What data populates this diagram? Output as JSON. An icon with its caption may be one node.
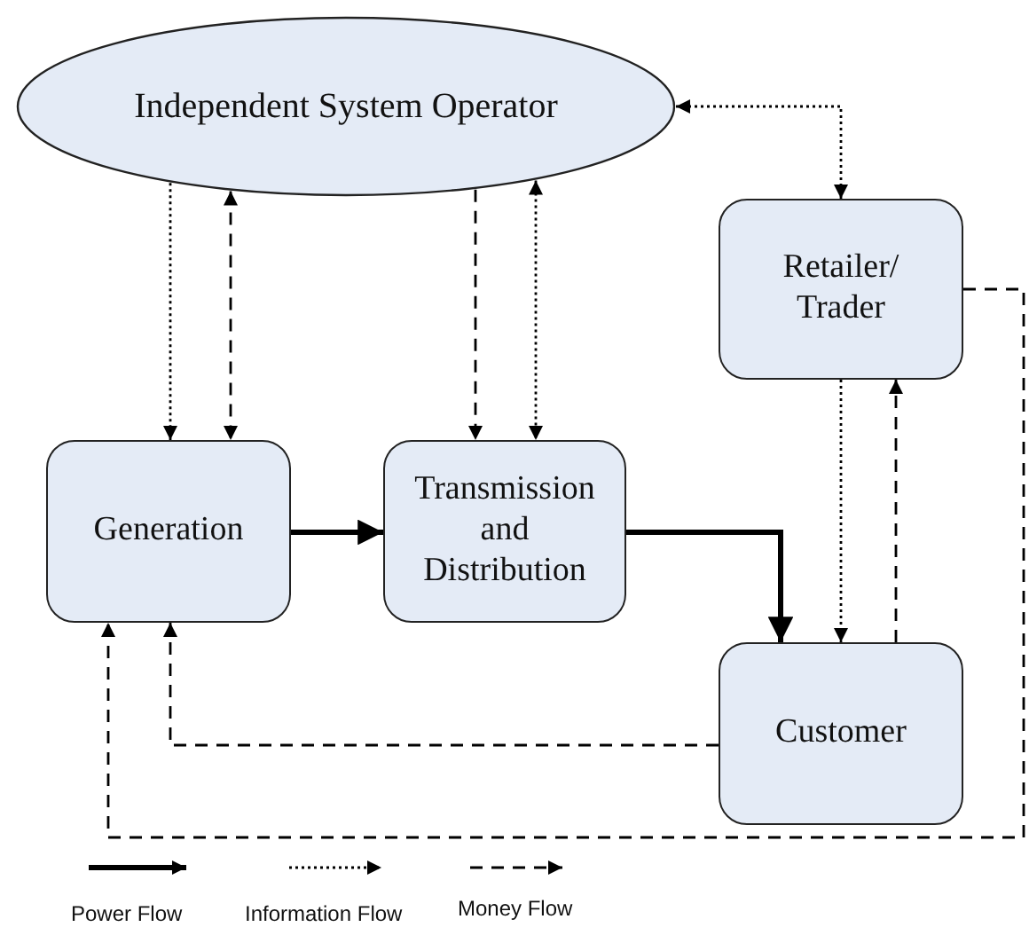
{
  "diagram": {
    "nodes": [
      {
        "text": [
          "Independent System Operator"
        ]
      },
      {
        "text": [
          "Retailer/ Trader"
        ]
      },
      {
        "text": [
          "Generation"
        ]
      },
      {
        "text": [
          "Transmission and Distribution"
        ]
      },
      {
        "text": [
          "Customer"
        ]
      }
    ],
    "edges": [
      {
        "from": 0,
        "to": 2,
        "arrow": "to",
        "style": "dashed"
      },
      {
        "from": 0,
        "to": 2,
        "arrow": "both",
        "style": "dashed"
      },
      {
        "from": 0,
        "to": 3,
        "arrow": "to",
        "style": "dashed"
      },
      {
        "from": 0,
        "to": 3,
        "arrow": "both",
        "style": "dashed"
      },
      {
        "from": 0,
        "to": 1,
        "arrow": "both",
        "style": "dashed"
      },
      {
        "from": 2,
        "to": 3,
        "arrow": "to",
        "style": "thick"
      },
      {
        "from": 3,
        "to": 4,
        "arrow": "to",
        "style": "thick"
      },
      {
        "from": 1,
        "to": 4,
        "arrow": "to",
        "style": "dashed"
      },
      {
        "from": 4,
        "to": 1,
        "arrow": "to",
        "style": "dashed"
      },
      {
        "from": 1,
        "to": 2,
        "arrow": "to",
        "style": "dashed"
      },
      {
        "from": 4,
        "to": 2,
        "arrow": "to",
        "style": "dashed"
      }
    ],
    "legend": [
      {
        "text": "Power Flow"
      },
      {
        "text": "Information Flow"
      },
      {
        "text": "Money Flow"
      }
    ]
  }
}
